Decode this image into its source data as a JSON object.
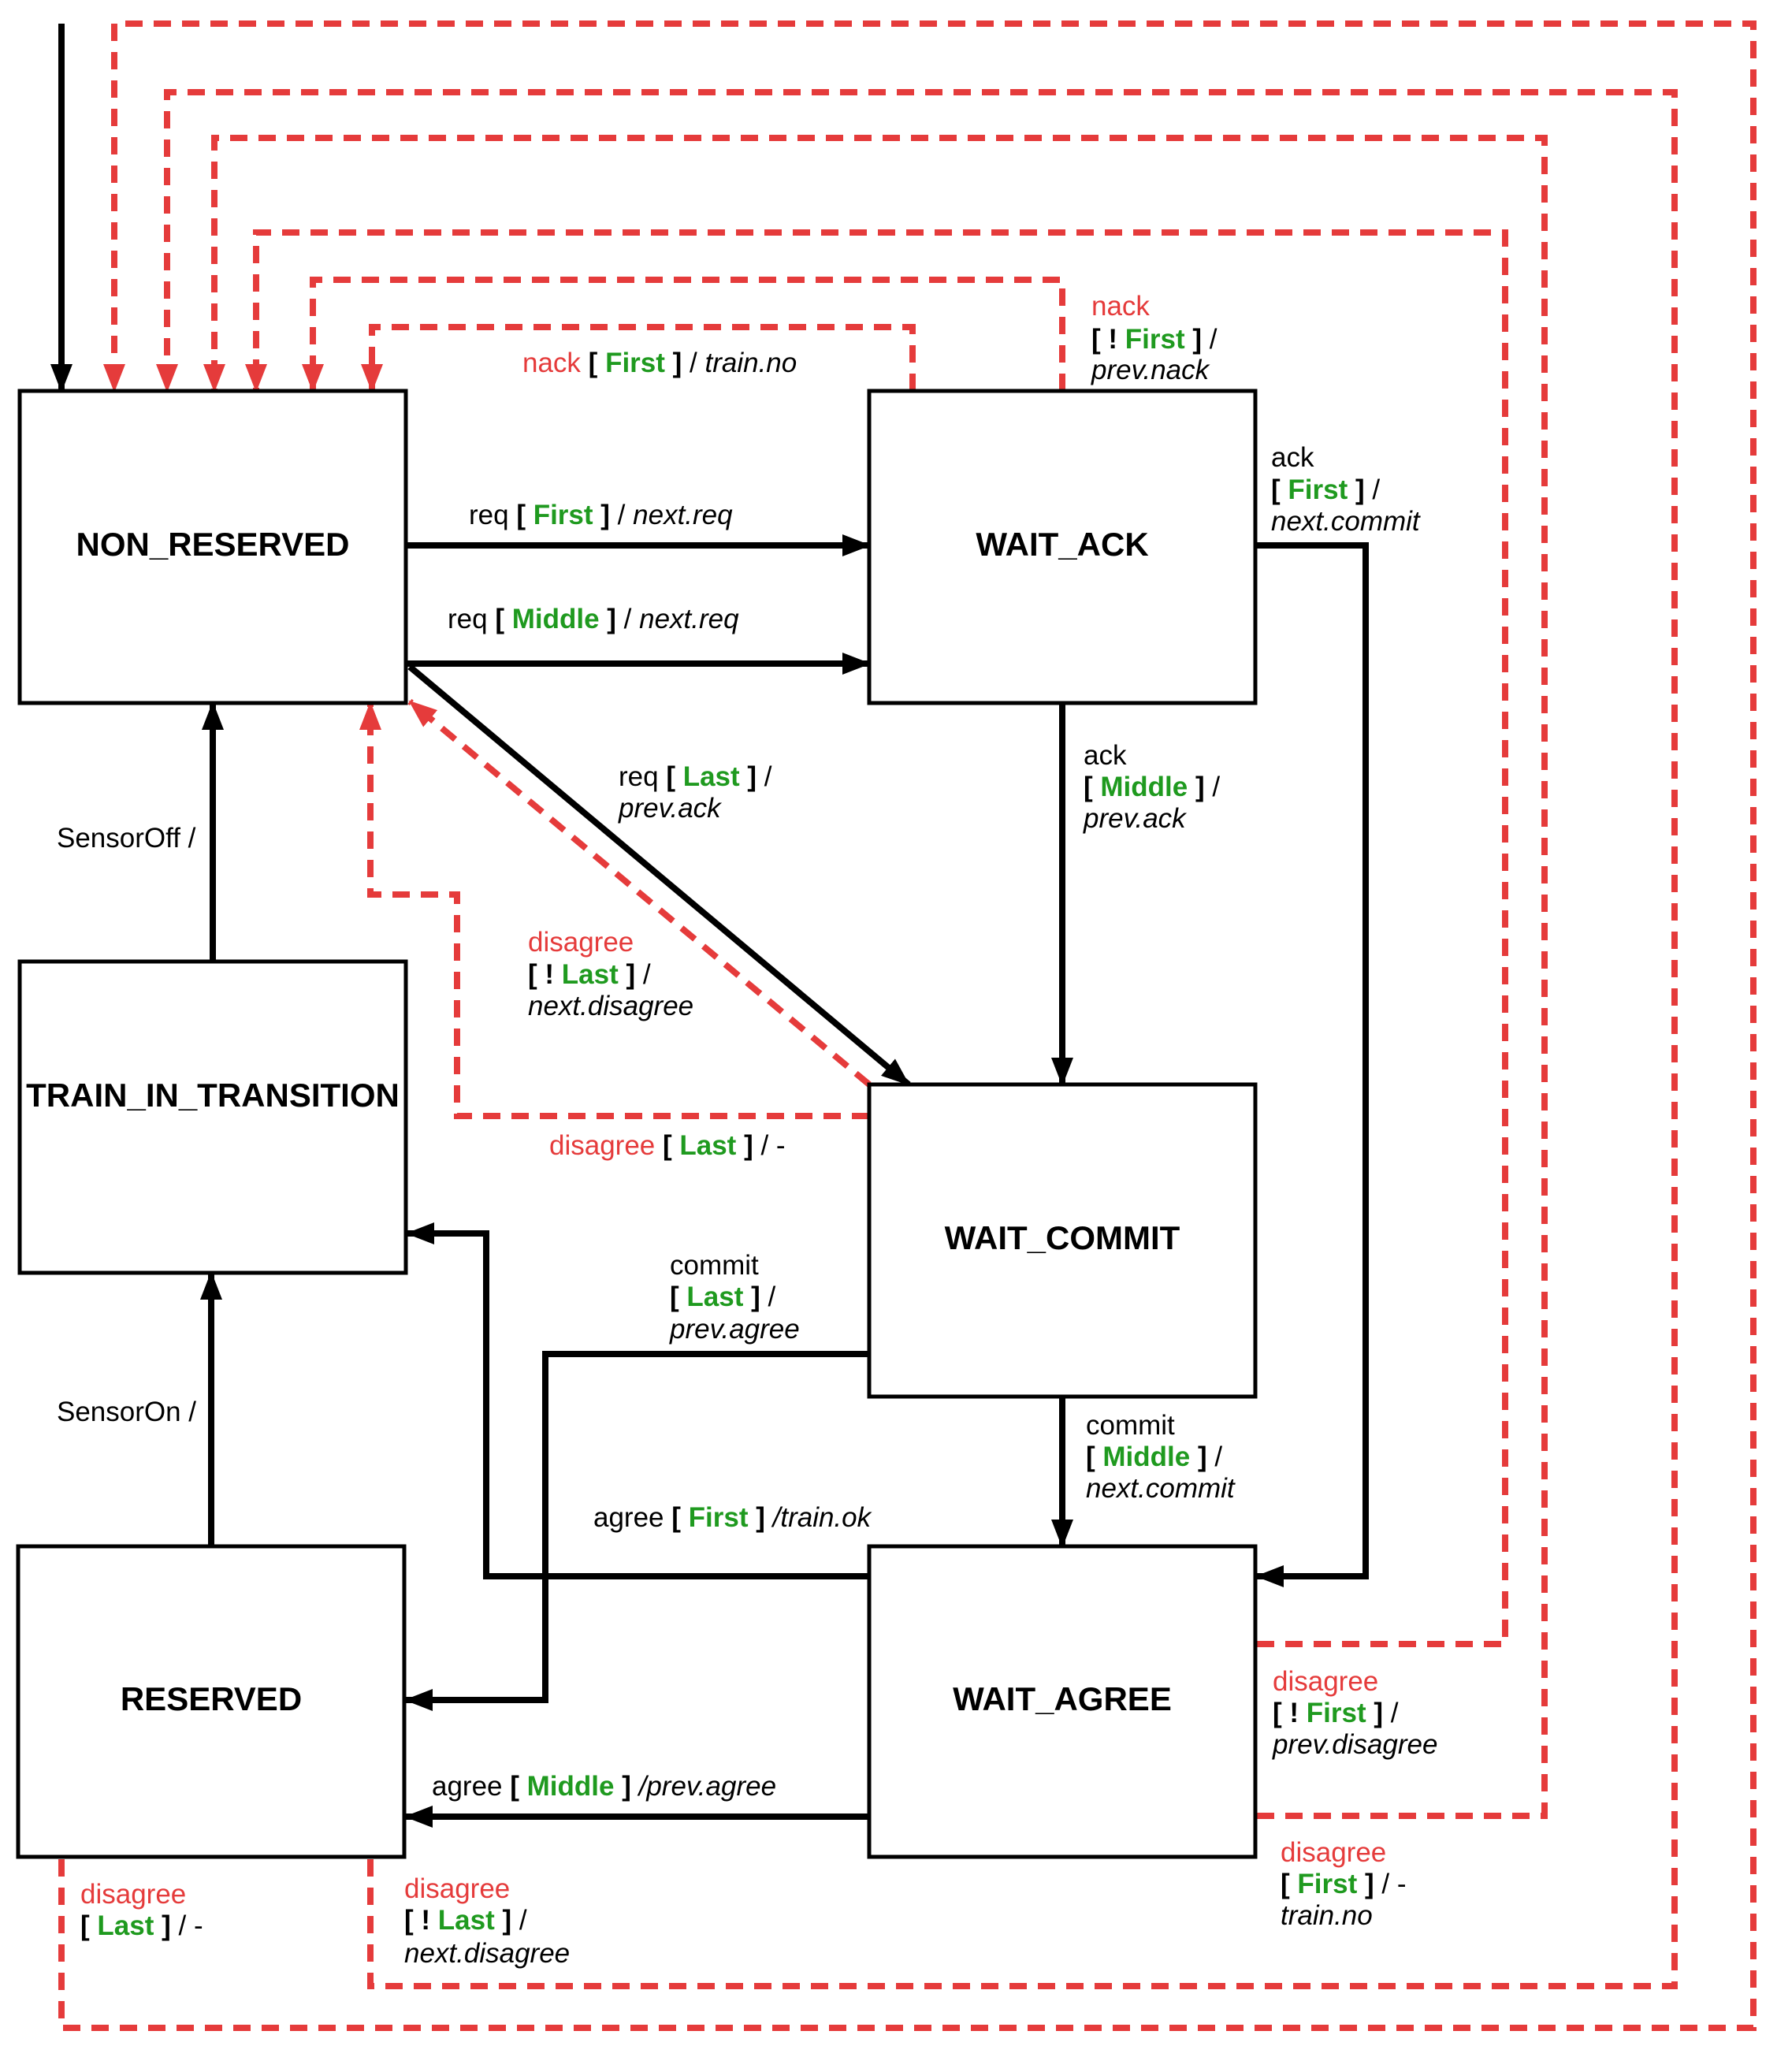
{
  "states": {
    "non_reserved": "NON_RESERVED",
    "wait_ack": "WAIT_ACK",
    "train_in_transition": "TRAIN_IN_TRANSITION",
    "wait_commit": "WAIT_COMMIT",
    "reserved": "RESERVED",
    "wait_agree": "WAIT_AGREE"
  },
  "colors": {
    "event_red": "#e53b3b",
    "guard_green": "#1f9a1f",
    "line_black": "#000000"
  },
  "labels": {
    "nack_first": {
      "event": "nack",
      "guard": "First",
      "action": "train.no"
    },
    "nack_not_first": {
      "event": "nack",
      "guard": "First",
      "action": "prev.nack"
    },
    "ack_first": {
      "event": "ack",
      "guard": "First",
      "action": "next.commit"
    },
    "req_first": {
      "event": "req",
      "guard": "First",
      "action": "next.req"
    },
    "req_middle": {
      "event": "req",
      "guard": "Middle",
      "action": "next.req"
    },
    "req_last": {
      "event": "req",
      "guard": "Last",
      "action": "prev.ack"
    },
    "ack_middle": {
      "event": "ack",
      "guard": "Middle",
      "action": "prev.ack"
    },
    "sensor_off": "SensorOff /",
    "disagree_not_last": {
      "event": "disagree",
      "guard": "Last",
      "action": "next.disagree"
    },
    "disagree_last": {
      "event": "disagree",
      "guard": "Last",
      "action": "-"
    },
    "commit_last": {
      "event": "commit",
      "guard": "Last",
      "action": "prev.agree"
    },
    "sensor_on": "SensorOn /",
    "commit_middle": {
      "event": "commit",
      "guard": "Middle",
      "action": "next.commit"
    },
    "agree_first": {
      "event": "agree",
      "guard": "First",
      "action": "/train.ok"
    },
    "disagree_not_first": {
      "event": "disagree",
      "guard": "First",
      "action": "prev.disagree"
    },
    "agree_middle": {
      "event": "agree",
      "guard": "Middle",
      "action": "/prev.agree"
    },
    "disagree_first": {
      "event": "disagree",
      "guard": "First",
      "action": "train.no"
    },
    "disagree_last_reserved": {
      "event": "disagree",
      "guard": "Last",
      "action": "-"
    },
    "disagree_not_last_reserved": {
      "event": "disagree",
      "guard": "Last",
      "action": "next.disagree"
    }
  }
}
